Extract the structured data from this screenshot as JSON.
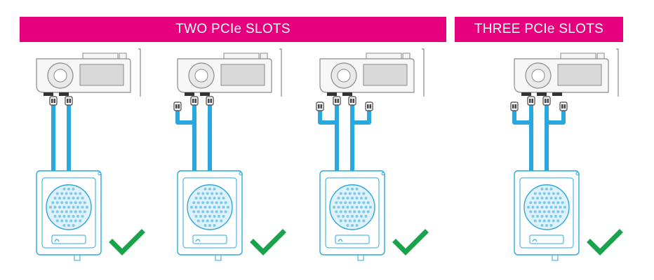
{
  "colors": {
    "banner": "#e6007e",
    "cable": "#29a8e0",
    "psu_outline": "#29a8e0",
    "gpu_outline": "#8a8a8a",
    "check": "#1aa34a"
  },
  "banners": {
    "two_slots": "TWO PCIe SLOTS",
    "three_slots": "THREE PCIe SLOTS"
  },
  "configurations": [
    {
      "group": "two_slots",
      "gpu_connectors": 2,
      "cable_plugs": 2,
      "approved": true,
      "icon": "checkmark-icon"
    },
    {
      "group": "two_slots",
      "gpu_connectors": 2,
      "cable_plugs": 3,
      "approved": true,
      "icon": "checkmark-icon"
    },
    {
      "group": "two_slots",
      "gpu_connectors": 2,
      "cable_plugs": 4,
      "approved": true,
      "icon": "checkmark-icon"
    },
    {
      "group": "three_slots",
      "gpu_connectors": 3,
      "cable_plugs": 4,
      "approved": true,
      "icon": "checkmark-icon"
    }
  ]
}
